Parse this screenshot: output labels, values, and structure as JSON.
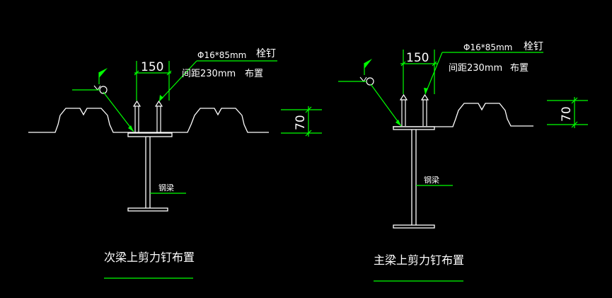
{
  "colors": {
    "background": "#000000",
    "outline": "#ffffff",
    "leader": "#00ff00",
    "flag": "#00ff00"
  },
  "details": [
    {
      "caption": "次梁上剪力钉布置",
      "stud_spacing_dim": "150",
      "stud_spec": "Φ16*85mm",
      "stud_word": "栓钉",
      "stud_pitch": "间距230mm",
      "layout_word": "布置",
      "deck_height_dim": "70",
      "beam_label": "钢梁"
    },
    {
      "caption": "主梁上剪力钉布置",
      "stud_spacing_dim": "150",
      "stud_spec": "Φ16*85mm",
      "stud_word": "栓钉",
      "stud_pitch": "间距230mm",
      "layout_word": "布置",
      "deck_height_dim": "70",
      "beam_label": "钢梁"
    }
  ]
}
